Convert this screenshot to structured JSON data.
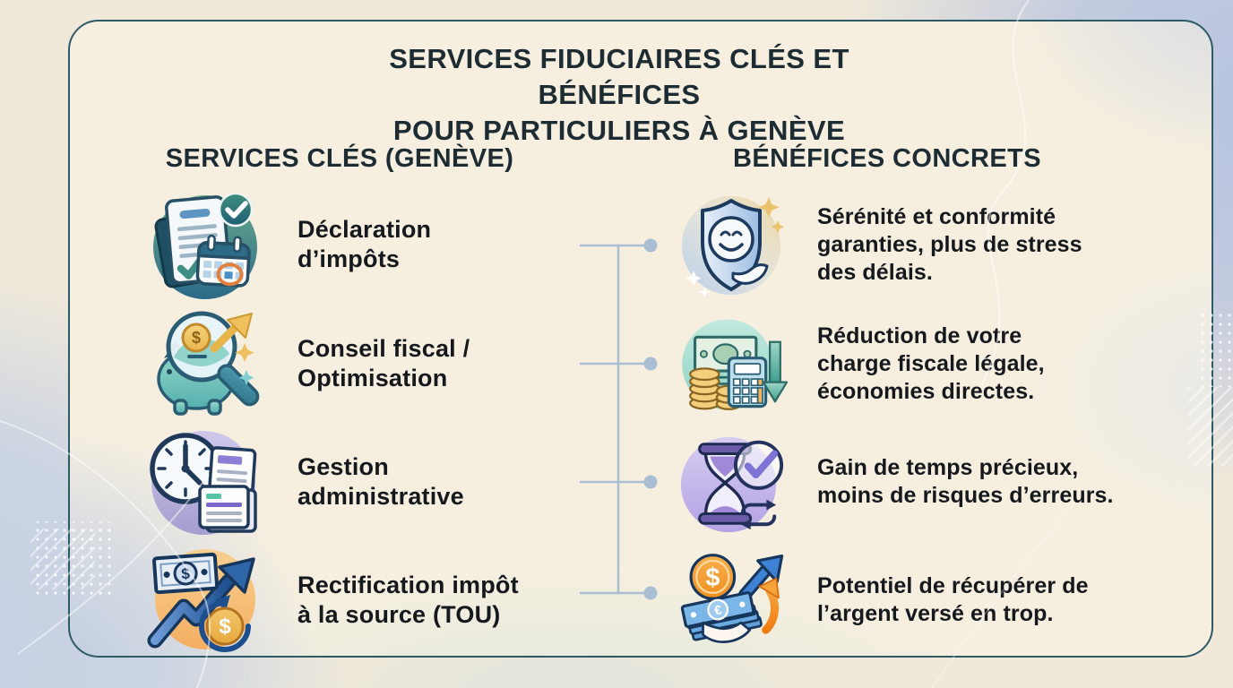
{
  "infographic": {
    "title": "SERVICES FIDUCIAIRES CLÉS ET BÉNÉFICES\nPOUR PARTICULIERS À GENÈVE",
    "columns": {
      "services": {
        "header": "SERVICES CLÉS (GENÈVE)",
        "items": [
          {
            "icon": "tax-declaration-icon",
            "label": "Déclaration\nd’impôts"
          },
          {
            "icon": "piggy-bank-magnifier-icon",
            "label": "Conseil fiscal /\nOptimisation"
          },
          {
            "icon": "clock-documents-icon",
            "label": "Gestion\nadministrative"
          },
          {
            "icon": "money-growth-icon",
            "label": "Rectification impôt\nà la source (TOU)"
          }
        ]
      },
      "benefits": {
        "header": "BÉNÉFICES CONCRETS",
        "items": [
          {
            "icon": "shield-smiley-icon",
            "label": "Sérénité et conformité\ngaranties, plus de stress\ndes délais."
          },
          {
            "icon": "calculator-savings-icon",
            "label": "Réduction de votre\ncharge fiscale légale,\néconomies directes."
          },
          {
            "icon": "hourglass-check-icon",
            "label": "Gain de temps précieux,\nmoins de risques d’erreurs."
          },
          {
            "icon": "money-refund-icon",
            "label": "Potentiel de récupérer de\nl’argent versé en trop."
          }
        ]
      }
    },
    "colors": {
      "page_background_cream": "#f0e9da",
      "page_background_blue": "#c3cee3",
      "panel_background": "#f6efe0",
      "panel_border": "#2e5a66",
      "heading_text": "#1d2b33",
      "item_text": "#15181c",
      "connector_line": "#a9bed3"
    }
  }
}
